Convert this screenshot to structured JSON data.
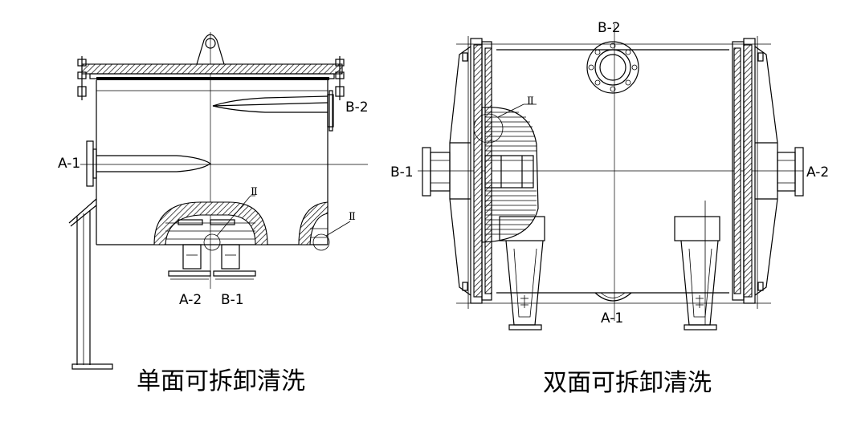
{
  "left_view": {
    "caption": "单面可拆卸清洗",
    "labels": {
      "b2": "B-2",
      "a1": "A-1",
      "a2": "A-2",
      "b1": "B-1",
      "detail": "Ⅱ"
    }
  },
  "right_view": {
    "caption": "双面可拆卸清洗",
    "labels": {
      "b2": "B-2",
      "b1": "B-1",
      "a2": "A-2",
      "a1": "A-1",
      "detail": "Ⅱ"
    }
  }
}
